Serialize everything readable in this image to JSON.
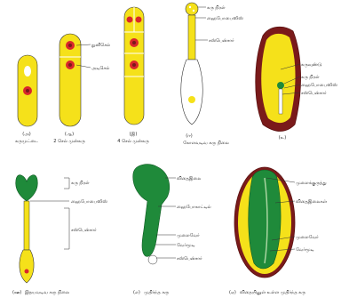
{
  "stages": {
    "zygote": {
      "label_mark": "(அ)",
      "caption": "கருமுட்டை"
    },
    "two_cell": {
      "label_mark": "(ஆ)",
      "caption": "2 செல் முன்கரு",
      "apical_cell": "நுனிசெல்",
      "basal_cell": "அடிசெல்"
    },
    "four_cell": {
      "label_mark": "(இ)",
      "caption": "4 செல் முன்கரு"
    },
    "globular": {
      "label_mark": "(ஈ)",
      "caption": "கோளவடிவ கரு நிலை",
      "embryo_proper": "கரு நிரள்",
      "hypophysis": "ஹைபோபைஸிஸ்",
      "suspensor": "சஸ்பென்சார்"
    },
    "heart": {
      "label_mark": "(உ)",
      "embryo_axis": "கருவுண்டு",
      "embryo_proper": "கரு நிரள்",
      "hypophysis": "ஹைபோபைஸிஸ்",
      "suspensor": "சஸ்பென்சார்"
    },
    "torpedo": {
      "label_mark": "(ஊ)",
      "caption": "இதயவடிவ கரு நிலை",
      "embryo_proper": "கரு நிரள்",
      "hypophysis": "ஹைபோபைஸிஸ்",
      "suspensor": "சஸ்பென்சார்"
    },
    "mature": {
      "label_mark": "(எ)",
      "caption": "முதிர்ந்த கரு",
      "cotyledon": "விதைஇலை",
      "hypocotyl": "ஹைபோகாட்டில்",
      "plumule": "முளைவேர்",
      "radicle": "வேர்மூடி",
      "suspensor": "சஸ்பென்சார்"
    },
    "seed": {
      "label_mark": "(ஏ)",
      "caption": "விதையினுள் உள்ள முதிர்ந்த கரு",
      "plumule": "முளைக்குருத்து",
      "cotyledons": "விதைஇலைகள்",
      "radicle": "முளைவேர்",
      "root_cap": "வேர்மூடி"
    }
  },
  "colors": {
    "yellow": "#f5e11a",
    "red": "#d9262c",
    "green": "#1f8a3a",
    "maroon": "#7a1a1a",
    "outline": "#333333"
  }
}
